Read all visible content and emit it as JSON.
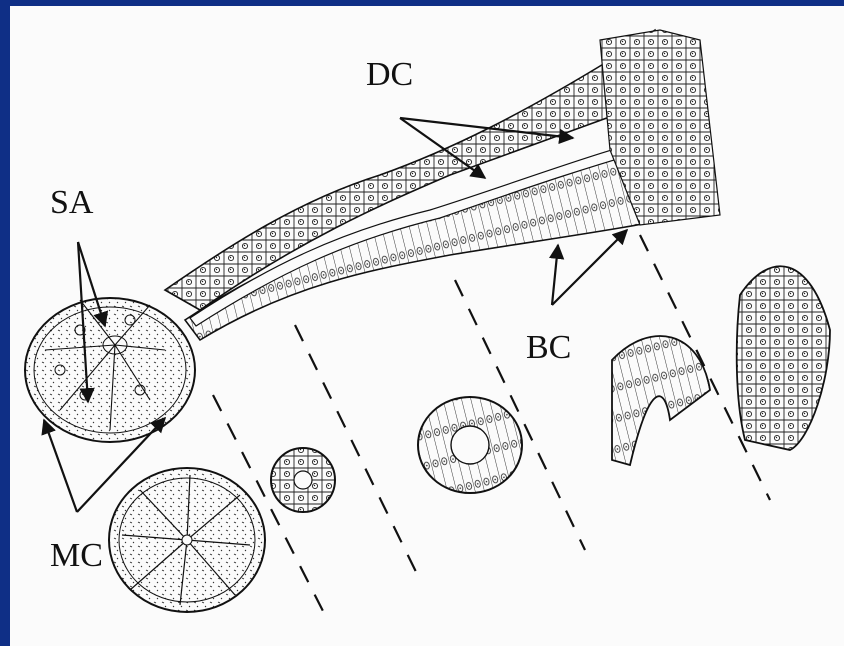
{
  "labels": {
    "dc": "DC",
    "sa": "SA",
    "bc": "BC",
    "mc": "MC"
  },
  "colors": {
    "frame": "#0f2f86",
    "background": "#fbfbfb",
    "ink": "#111111"
  },
  "icons": {
    "arrow": "arrowhead"
  }
}
